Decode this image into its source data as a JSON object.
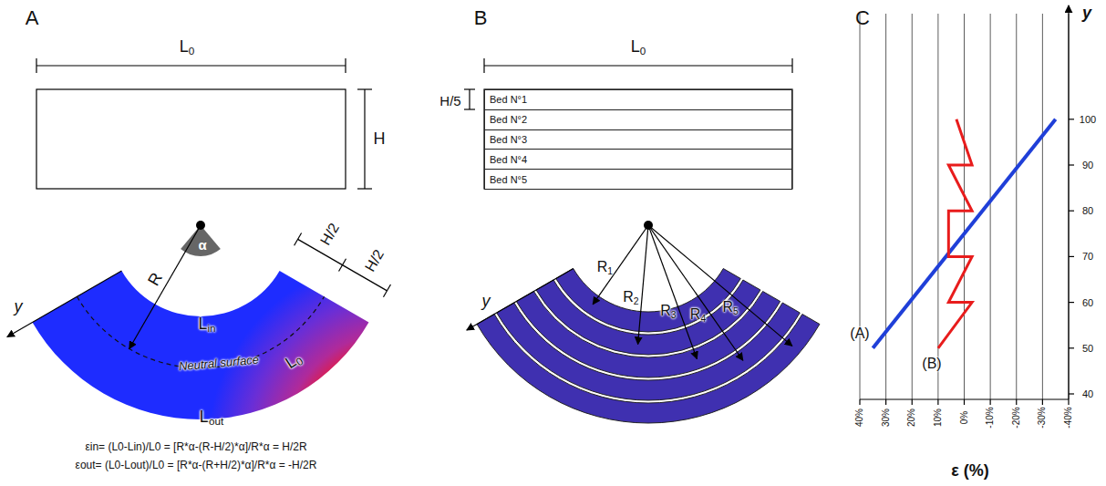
{
  "diagram": {
    "nodes": [
      {
        "text": [
          "Bed N°1"
        ]
      },
      {
        "text": [
          "Bed N°2"
        ]
      },
      {
        "text": [
          "Bed N°3"
        ]
      },
      {
        "text": [
          "Bed N°4"
        ]
      },
      {
        "text": [
          "Bed N°5"
        ]
      }
    ],
    "labels": [
      "A",
      "L0",
      "H",
      "R",
      "α",
      "H/2",
      "H/2",
      "y",
      "Lin",
      "Neutral surface",
      "L0",
      "Lout",
      "εin= (L0-Lin)/L0 = [R*α-(R-H/2)*α]/R*α = H/2R",
      "εout= (L0-Lout)/L0 = [R*α-(R+H/2)*α]/R*α = -H/2R",
      "B",
      "L0",
      "H/5",
      "y",
      "R1",
      "R2",
      "R3",
      "R4",
      "R5",
      "C",
      "y",
      "100",
      "90",
      "80",
      "70",
      "60",
      "50",
      "40",
      "40%",
      "30%",
      "20%",
      "10%",
      "0%",
      "-10%",
      "-20%",
      "-30%",
      "-40%",
      "(A)",
      "(B)",
      "ε (%)"
    ]
  }
}
